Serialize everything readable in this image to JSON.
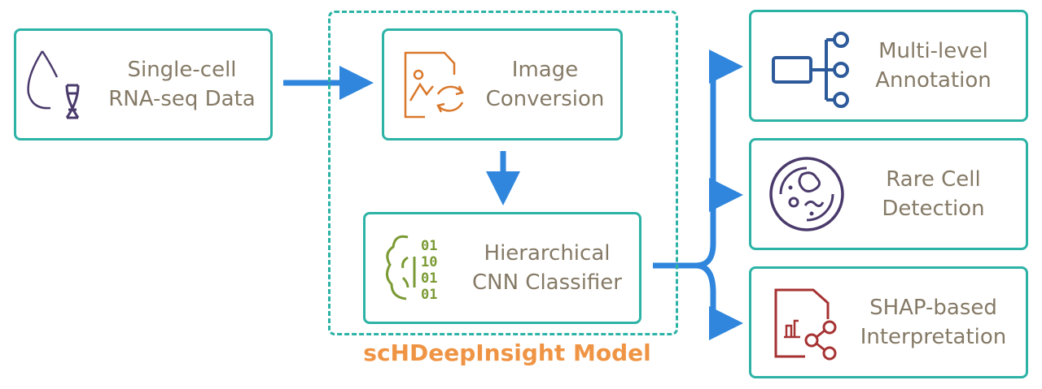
{
  "diagram": {
    "input": {
      "lines": [
        "Single-cell",
        "RNA-seq Data"
      ],
      "icon": "droplet-dna-icon"
    },
    "model": {
      "title": "scHDeepInsight Model",
      "steps": [
        {
          "lines": [
            "Image",
            "Conversion"
          ],
          "icon": "image-conversion-icon"
        },
        {
          "lines": [
            "Hierarchical",
            "CNN Classifier"
          ],
          "icon": "brain-binary-icon"
        }
      ]
    },
    "outputs": [
      {
        "lines": [
          "Multi-level",
          "Annotation"
        ],
        "icon": "hierarchy-tree-icon"
      },
      {
        "lines": [
          "Rare Cell",
          "Detection"
        ],
        "icon": "petri-dish-icon"
      },
      {
        "lines": [
          "SHAP-based",
          "Interpretation"
        ],
        "icon": "report-share-icon"
      }
    ],
    "colors": {
      "box_border": "#2db3a6",
      "arrow": "#2f86dc",
      "text": "#857a66",
      "model_title": "#ef9444",
      "icon_input": "#4a3a6b",
      "icon_image": "#d9782b",
      "icon_cnn": "#7a9a33",
      "icon_tree": "#2d5a9a",
      "icon_petri": "#4a3a6b",
      "icon_shap": "#a63232"
    }
  }
}
